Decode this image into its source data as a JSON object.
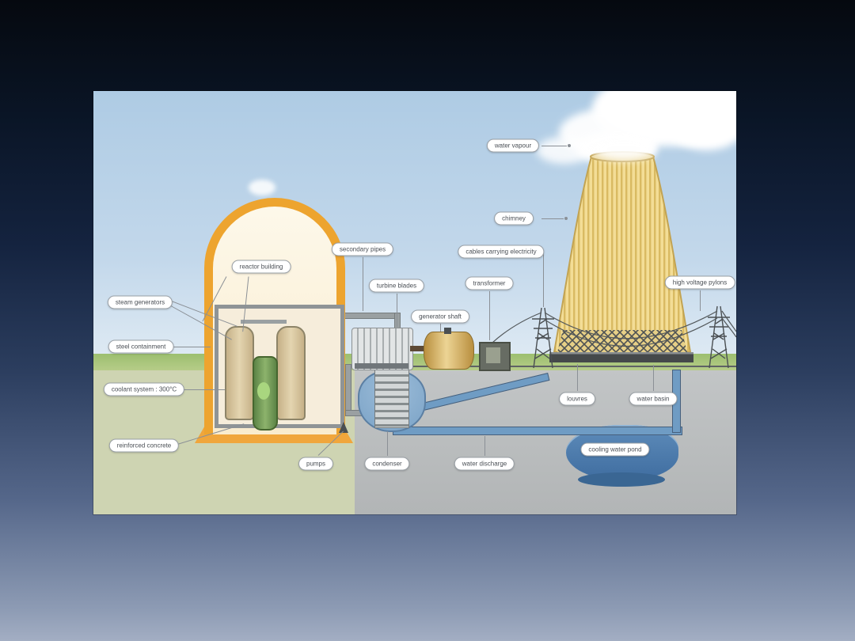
{
  "slide": {
    "background_top_color": "#05090f",
    "background_bottom_color": "#a3aec3"
  },
  "diagram": {
    "subject": "nuclear power station cutaway",
    "colors": {
      "sky": "#bdd5e9",
      "containment_wall": "#eda42f",
      "containment_interior": "#fbf2dd",
      "reactor_vessel": "#6f9c55",
      "steam_generator": "#d6c49c",
      "turbine": "#d8dbdc",
      "generator": "#ddbe72",
      "cooling_tower": "#f3dd96",
      "water_pipe": "#6f9cc4",
      "pond": "#4c7dad",
      "grass": "#a8c178",
      "ground": "#b7babb",
      "label_background": "#ffffff",
      "label_border": "#9aa0a6"
    },
    "labels": [
      {
        "id": "reactor-building",
        "text": "reactor building"
      },
      {
        "id": "steam-generators",
        "text": "steam generators"
      },
      {
        "id": "steel-containment",
        "text": "steel containment"
      },
      {
        "id": "coolant-system",
        "text": "coolant system : 300°C"
      },
      {
        "id": "reinforced-concrete",
        "text": "reinforced concrete"
      },
      {
        "id": "secondary-pipes",
        "text": "secondary pipes"
      },
      {
        "id": "turbine-blades",
        "text": "turbine blades"
      },
      {
        "id": "generator-shaft",
        "text": "generator shaft"
      },
      {
        "id": "cables-electricity",
        "text": "cables carrying electricity"
      },
      {
        "id": "transformer",
        "text": "transformer"
      },
      {
        "id": "water-vapour",
        "text": "water vapour"
      },
      {
        "id": "chimney",
        "text": "chimney"
      },
      {
        "id": "pylons",
        "text": "high voltage pylons"
      },
      {
        "id": "pumps",
        "text": "pumps"
      },
      {
        "id": "condenser",
        "text": "condenser"
      },
      {
        "id": "water-discharge",
        "text": "water discharge"
      },
      {
        "id": "louvres",
        "text": "louvres"
      },
      {
        "id": "water-basin",
        "text": "water basin"
      },
      {
        "id": "cooling-pond",
        "text": "cooling water pond"
      }
    ]
  }
}
